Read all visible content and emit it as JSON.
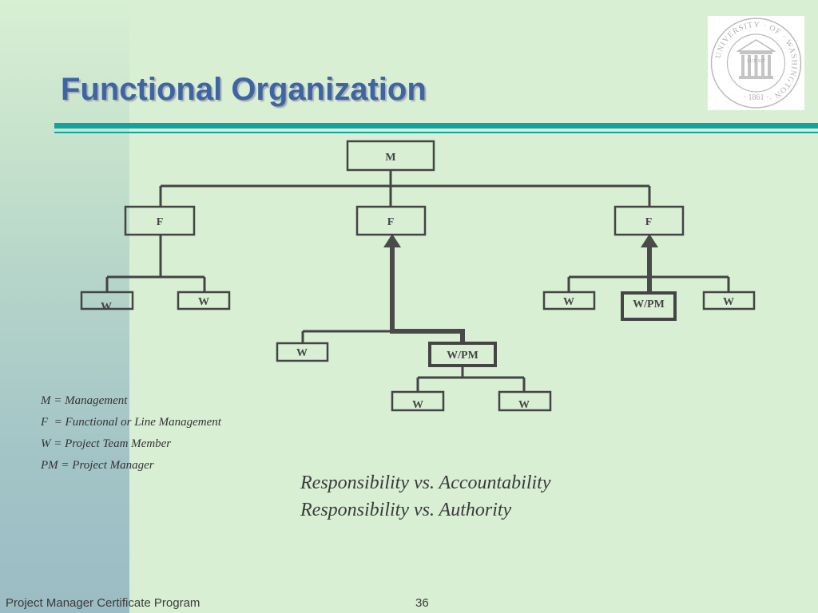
{
  "slide": {
    "title": "Functional Organization",
    "footer": "Project Manager Certificate Program",
    "page_number": "36"
  },
  "colors": {
    "background": "#d8efd4",
    "title": "#3f64a4",
    "rule": "#13a2a2",
    "node_border": "#444444"
  },
  "org_chart": {
    "management": "M",
    "functional_managers": [
      "F",
      "F",
      "F"
    ],
    "left_team": [
      "W",
      "W"
    ],
    "center_team_upper": [
      "W",
      "W/PM"
    ],
    "center_team_lower": [
      "W",
      "W"
    ],
    "right_team": [
      "W",
      "W/PM",
      "W"
    ]
  },
  "legend": [
    "M = Management",
    "F  = Functional or Line Management",
    "W = Project Team Member",
    "PM = Project Manager"
  ],
  "tagline": [
    "Responsibility vs. Accountability",
    "Responsibility vs. Authority"
  ],
  "seal": {
    "ring_text": "UNIVERSITY · OF · WASHINGTON ·",
    "year": "· 1861 ·",
    "motto": "LUX SIT"
  }
}
